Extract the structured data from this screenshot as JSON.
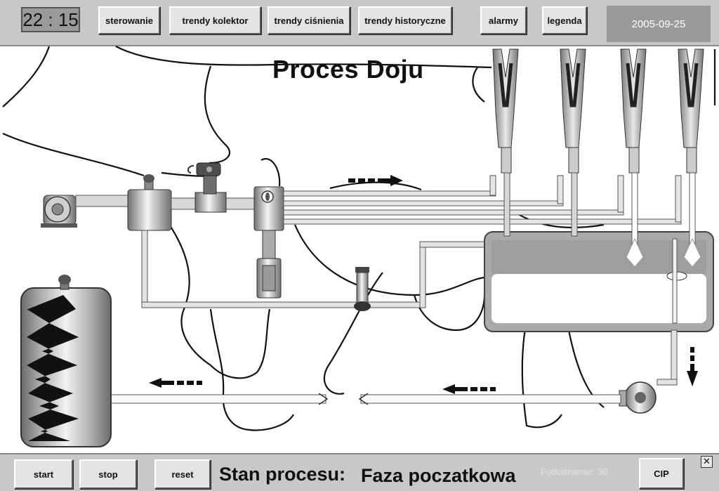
{
  "clock": {
    "hours": "22",
    "minutes": "15"
  },
  "date": "2005-09-25",
  "nav": {
    "sterowanie": "sterowanie",
    "trendy_kolektor": "trendy kolektor",
    "trendy_cisnienia": "trendy ciśnienia",
    "trendy_historyczne": "trendy historyczne",
    "alarmy": "alarmy",
    "legenda": "legenda"
  },
  "title": "Proces Doju",
  "controls": {
    "start": "start",
    "stop": "stop",
    "reset": "reset",
    "cip": "CIP",
    "close": "✕"
  },
  "status": {
    "label": "Stan procesu:",
    "value": "Faza poczatkowa"
  },
  "pressure": "Podciśnienie: 30",
  "colors": {
    "panel": "#c8c8c8",
    "button": "#e4e4e4",
    "pipe": "#d8d8d8",
    "milk": "#9e9e9e",
    "date_bg": "#9a9a9a"
  }
}
